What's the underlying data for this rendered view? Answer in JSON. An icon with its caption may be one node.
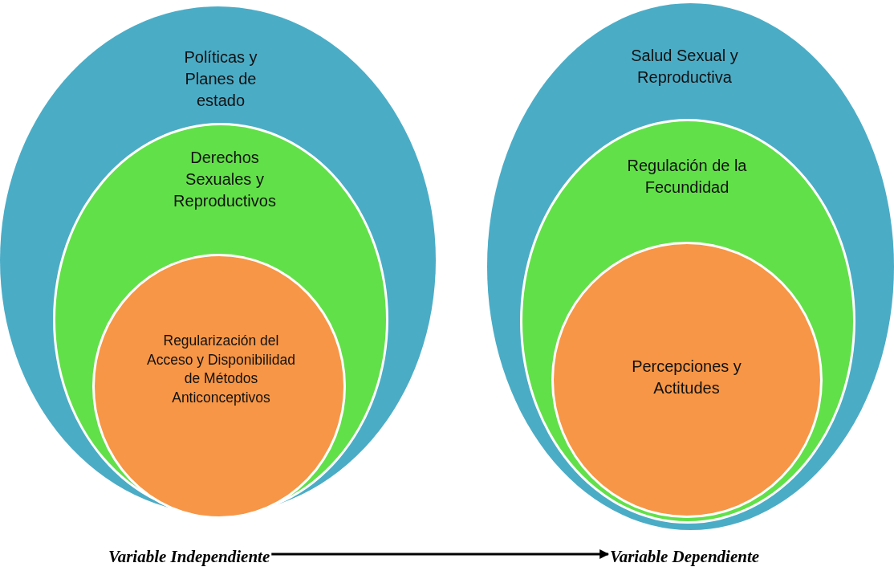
{
  "diagram": {
    "nodes": [
      {
        "text": [
          "Políticas y Planes de estado"
        ]
      },
      {
        "text": [
          "Derechos Sexuales y Reproductivos"
        ],
        "in": 0
      },
      {
        "text": [
          "Regularización del Acceso y Disponibilidad de Métodos Anticonceptivos"
        ],
        "in": 1
      },
      {
        "text": [
          "Salud Sexual y Reproductiva"
        ]
      },
      {
        "text": [
          "Regulación de la Fecundidad"
        ],
        "in": 3
      },
      {
        "text": [
          "Percepciones y Actitudes"
        ],
        "in": 4
      },
      {
        "text": [
          "Variable Independiente"
        ]
      },
      {
        "text": [
          "Variable Dependiente"
        ]
      }
    ],
    "edges": [
      {
        "from": 6,
        "to": 7,
        "arrow": "to"
      }
    ]
  }
}
